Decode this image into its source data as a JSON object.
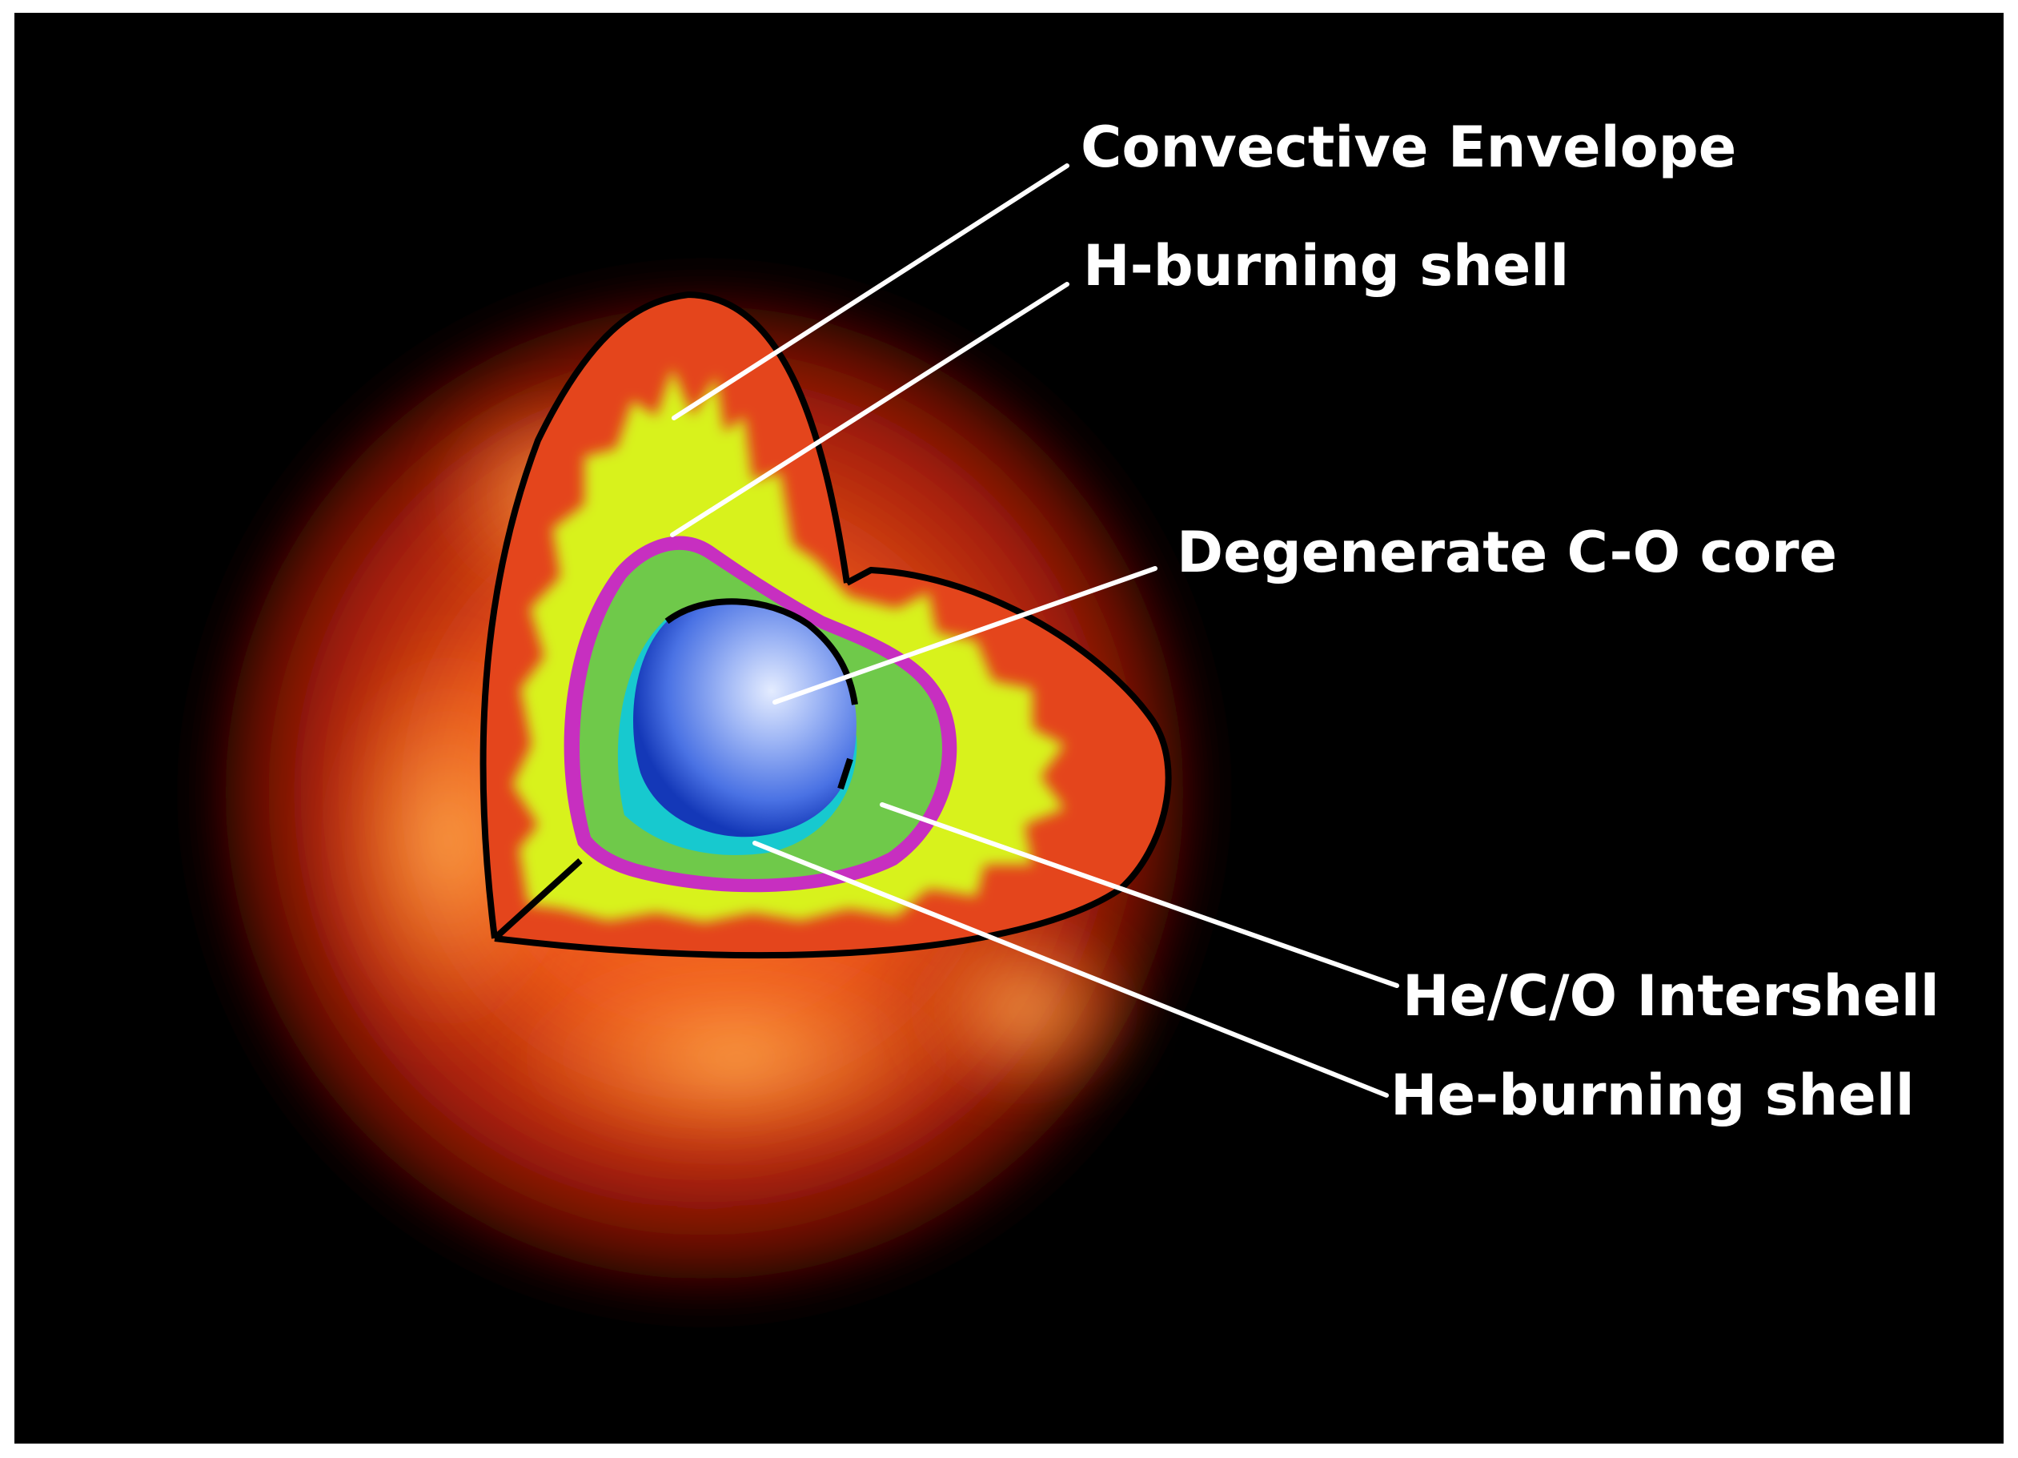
{
  "labels": {
    "convective_envelope": "Convective Envelope",
    "h_burning_shell": "H-burning shell",
    "degenerate_core": "Degenerate C-O core",
    "intershell": "He/C/O Intershell",
    "he_burning_shell": "He-burning shell"
  },
  "colors": {
    "background": "#000000",
    "border": "#ffffff",
    "envelope": "#e4451c",
    "convective_zone": "#d8f21a",
    "intershell": "#6fc94a",
    "h_shell": "#c72fc0",
    "he_shell": "#17c9cf",
    "core": "#4a78e6",
    "outline": "#000000",
    "label": "#ffffff"
  }
}
